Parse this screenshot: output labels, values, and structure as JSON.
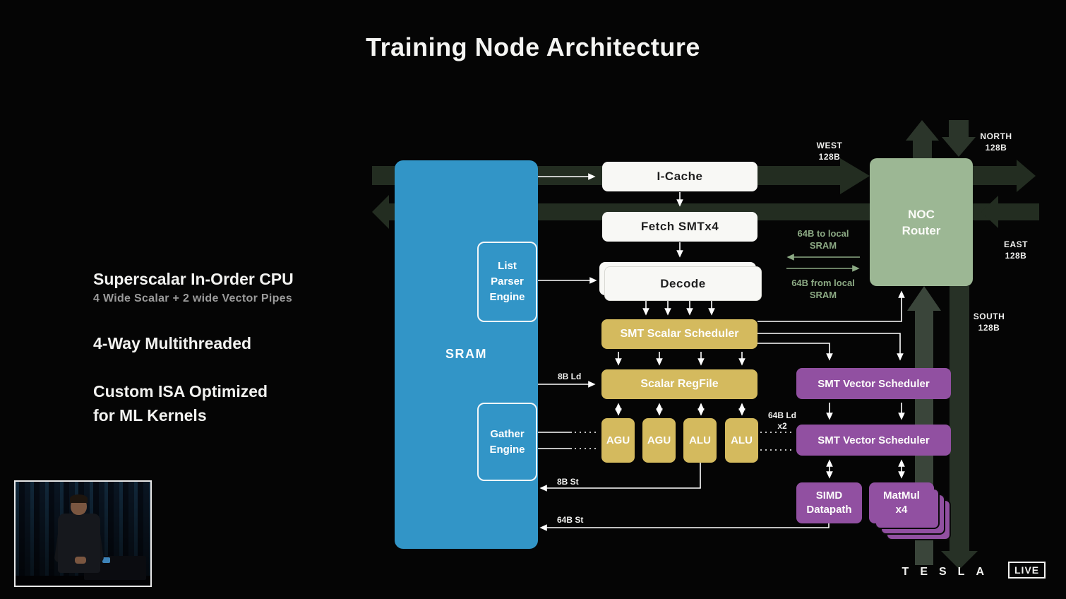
{
  "slide": {
    "title": "Training Node Architecture"
  },
  "bullets": {
    "b1": "Superscalar In-Order CPU",
    "b1_sub": "4 Wide Scalar + 2 wide Vector Pipes",
    "b2": "4-Way Multithreaded",
    "b3": "Custom ISA Optimized\nfor ML Kernels"
  },
  "blocks": {
    "sram": "SRAM",
    "list_parser_engine": "List\nParser\nEngine",
    "gather_engine": "Gather\nEngine",
    "icache": "I-Cache",
    "fetch": "Fetch  SMTx4",
    "decode": "Decode",
    "smt_scalar_scheduler": "SMT Scalar Scheduler",
    "scalar_regfile": "Scalar RegFile",
    "agu1": "AGU",
    "agu2": "AGU",
    "alu1": "ALU",
    "alu2": "ALU",
    "smt_vector_scheduler_1": "SMT Vector Scheduler",
    "smt_vector_scheduler_2": "SMT Vector Scheduler",
    "simd_datapath": "SIMD\nDatapath",
    "matmul": "MatMul\nx4",
    "noc_router": "NOC\nRouter"
  },
  "bus_labels": {
    "west": "WEST\n128B",
    "north": "NORTH\n128B",
    "east": "EAST\n128B",
    "south": "SOUTH\n128B",
    "to_local_sram": "64B to local\nSRAM",
    "from_local_sram": "64B from local\nSRAM"
  },
  "port_labels": {
    "ld8": "8B Ld",
    "ld64": "64B Ld\nx2",
    "st8": "8B St",
    "st64": "64B St"
  },
  "footer": {
    "brand": "TESLA",
    "live": "LIVE"
  },
  "colors": {
    "sram_blue": "#3295c7",
    "scalar_yellow": "#d4ba5e",
    "vector_purple": "#9150a1",
    "noc_green": "#9cb794",
    "bus_band_green": "#232d21",
    "bus_band_bright": "#3a453a",
    "label_green": "#8caa84",
    "background": "#050505"
  }
}
